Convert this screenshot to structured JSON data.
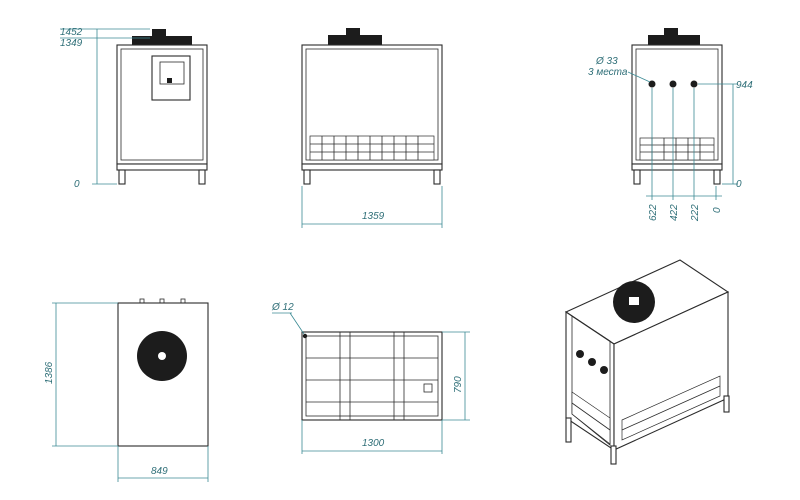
{
  "colors": {
    "outline": "#2b2b2b",
    "dimension": "#2f6f78",
    "background": "#ffffff",
    "fan": "#1c1c1c"
  },
  "views": {
    "side_left": {
      "height_top": "1452",
      "height_fan": "1349",
      "zero": "0"
    },
    "front": {
      "width": "1359"
    },
    "side_right": {
      "hole_diameter": "Ø 33",
      "hole_count": "3 места",
      "hole_height": "944",
      "zero_right": "0",
      "spacing_1": "622",
      "spacing_2": "422",
      "spacing_3": "222",
      "spacing_zero": "0"
    },
    "top": {
      "length": "1386",
      "width": "849"
    },
    "bottom": {
      "mount_hole": "Ø 12",
      "length": "1300",
      "depth": "790"
    }
  }
}
